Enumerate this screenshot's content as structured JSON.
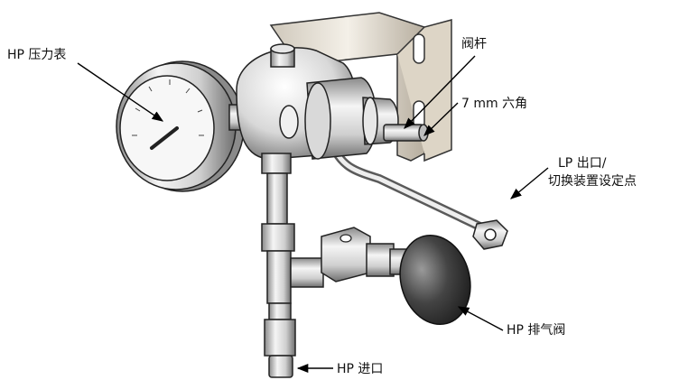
{
  "labels": {
    "hp_gauge": "HP 压力表",
    "valve_stem": "阀杆",
    "hex": "7 mm 六角",
    "lp_outlet_line1": "LP 出口/",
    "lp_outlet_line2": "切换装置设定点",
    "hp_vent": "HP 排气阀",
    "hp_inlet": "HP 进口"
  },
  "colors": {
    "metal_light": "#f2f2f2",
    "metal_mid": "#c8c8c8",
    "metal_dark": "#6e6e6e",
    "knob": "#3a3a3a",
    "bracket": "#e9e3d8",
    "line": "#000000"
  }
}
